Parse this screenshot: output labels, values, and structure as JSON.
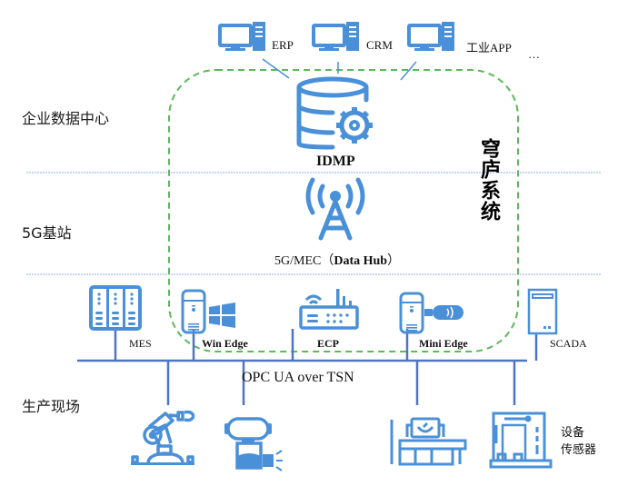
{
  "layers": [
    {
      "label": "企业数据中心"
    },
    {
      "label": "5G基站"
    },
    {
      "label": "生产现场"
    }
  ],
  "apps": [
    {
      "label": "ERP",
      "icon": "desktop-computer-icon"
    },
    {
      "label": "CRM",
      "icon": "desktop-computer-icon"
    },
    {
      "label": "工业APP",
      "icon": "desktop-computer-icon"
    }
  ],
  "apps_more": "…",
  "idmp": {
    "label": "IDMP",
    "icon": "database-gear-icon"
  },
  "hub": {
    "prefix": "5G/MEC（",
    "bold": "Data Hub",
    "suffix": "）",
    "icon": "cell-tower-icon"
  },
  "system_label": "穹庐系统",
  "devices": [
    {
      "label": "MES",
      "icon": "server-rack-icon",
      "bold": false
    },
    {
      "label": "Win Edge",
      "icon": "windows-edge-server-icon",
      "bold": true
    },
    {
      "label": "ECP",
      "icon": "router-icon",
      "bold": true
    },
    {
      "label": "Mini Edge",
      "icon": "mini-edge-usb-icon",
      "bold": true
    },
    {
      "label": "SCADA",
      "icon": "tower-server-icon",
      "bold": false
    }
  ],
  "bus": {
    "label": "OPC UA over TSN"
  },
  "field": [
    {
      "icon": "robot-arm-icon"
    },
    {
      "icon": "industrial-camera-icon"
    },
    {
      "icon": "cnc-machine-icon"
    },
    {
      "icon": "sensor-station-icon"
    }
  ],
  "field_label": {
    "line1": "设备",
    "line2": "传感器"
  },
  "colors": {
    "icon_blue": "#4a90d9",
    "bus_blue": "#4f74c4",
    "dash_green": "#5cb85c",
    "separator": "#a9bde6"
  }
}
